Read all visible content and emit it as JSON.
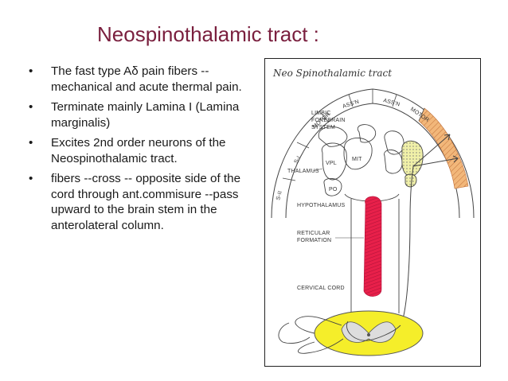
{
  "slide": {
    "title": "Neospinothalamic tract :",
    "bullets": [
      "The fast type Aδ pain fibers -- mechanical and acute thermal pain.",
      "Terminate mainly Lamina I (Lamina marginalis)",
      "Excites 2nd order neurons of the Neospinothalamic tract.",
      "fibers --cross -- opposite side of the cord through ant.commisure --pass upward to the brain stem in the anterolateral column."
    ]
  },
  "figure": {
    "title": "Neo Spinothalamic tract",
    "labels": {
      "s2": "S-II",
      "s1": "S-I",
      "motor_left": "MOTOR",
      "assn_left": "ASS'N",
      "assn_right": "ASS'N",
      "motor_right": "MOTOR",
      "limbic": "LIMBIC",
      "forebrain": "FOREBRAIN",
      "system": "SYSTEM",
      "vpl": "VPL",
      "mit": "MIT",
      "thalamus": "THALAMUS",
      "po": "PO",
      "hypothalamus": "HYPOTHALAMUS",
      "reticular": "RETICULAR",
      "formation": "FORMATION",
      "cervical_cord": "CERVICAL CORD"
    },
    "colors": {
      "reticular_formation": "#e8204a",
      "spinal_cord": "#f5ee2a",
      "cortex_band": "#f2b77a",
      "thalamic_nucleus": "#f0f0a8",
      "slide_title": "#7a1f3e"
    }
  }
}
